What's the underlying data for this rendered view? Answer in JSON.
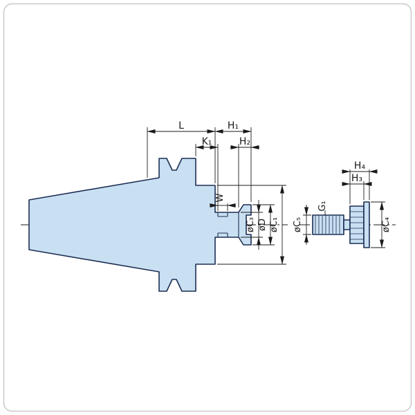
{
  "diagram": {
    "type": "technical-drawing",
    "description": "Dimensioned side view of a taper-shank face mill arbor with separate arbor screw",
    "labels": {
      "L": "L",
      "H1": "H₁",
      "K1": "K₁",
      "H2": "H₂",
      "W": "W",
      "C3": "øC₃",
      "D": "øD",
      "C1": "øC₁",
      "C5": "øC₅",
      "G1": "G₁",
      "H4": "H₄",
      "H3": "H₃",
      "C4": "øC₄"
    },
    "colors": {
      "part_fill": "#c9e0f2",
      "part_outline": "#1c2d52",
      "dimension": "#1a1a1a",
      "background": "#ffffff",
      "frame_border": "#c9c9c9"
    }
  }
}
